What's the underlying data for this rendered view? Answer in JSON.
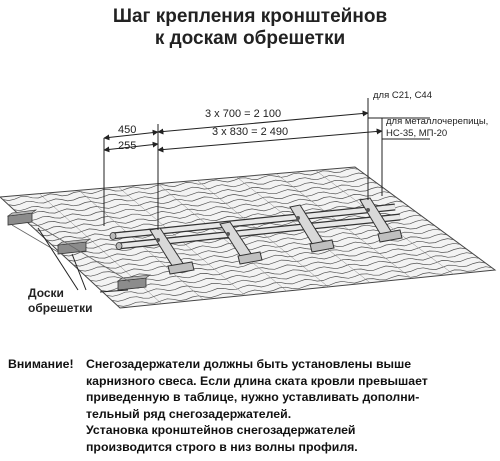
{
  "title": {
    "line1": "Шаг крепления кронштейнов",
    "line2": "к доскам обрешетки"
  },
  "dimensions": {
    "offset_top": "450",
    "offset_bottom": "255",
    "span_top": "3 x 700 = 2 100",
    "span_bottom": "3 x 830 = 2 490"
  },
  "notes": {
    "top": "для С21, С44",
    "bottom_line1": "для металлочерепицы,",
    "bottom_line2": "НС-35, МП-20"
  },
  "battens_label": {
    "line1": "Доски",
    "line2": "обрешетки"
  },
  "notice": {
    "label": "Внимание!",
    "lines": [
      "Снегозадержатели должны быть установлены выше",
      "карнизного свеса. Если длина ската кровли превышает",
      "приведенную в таблице, нужно уставливать дополни-",
      "тельный ряд снегозадержателей.",
      "Установка кронштейнов снегозадержателей",
      "производится строго в низ волны профиля."
    ]
  },
  "colors": {
    "sheet": "#f2f2f2",
    "wave_line": "#555555",
    "batten": "#8c8c8c",
    "bracket": "#d9d9d9",
    "text": "#222222"
  }
}
